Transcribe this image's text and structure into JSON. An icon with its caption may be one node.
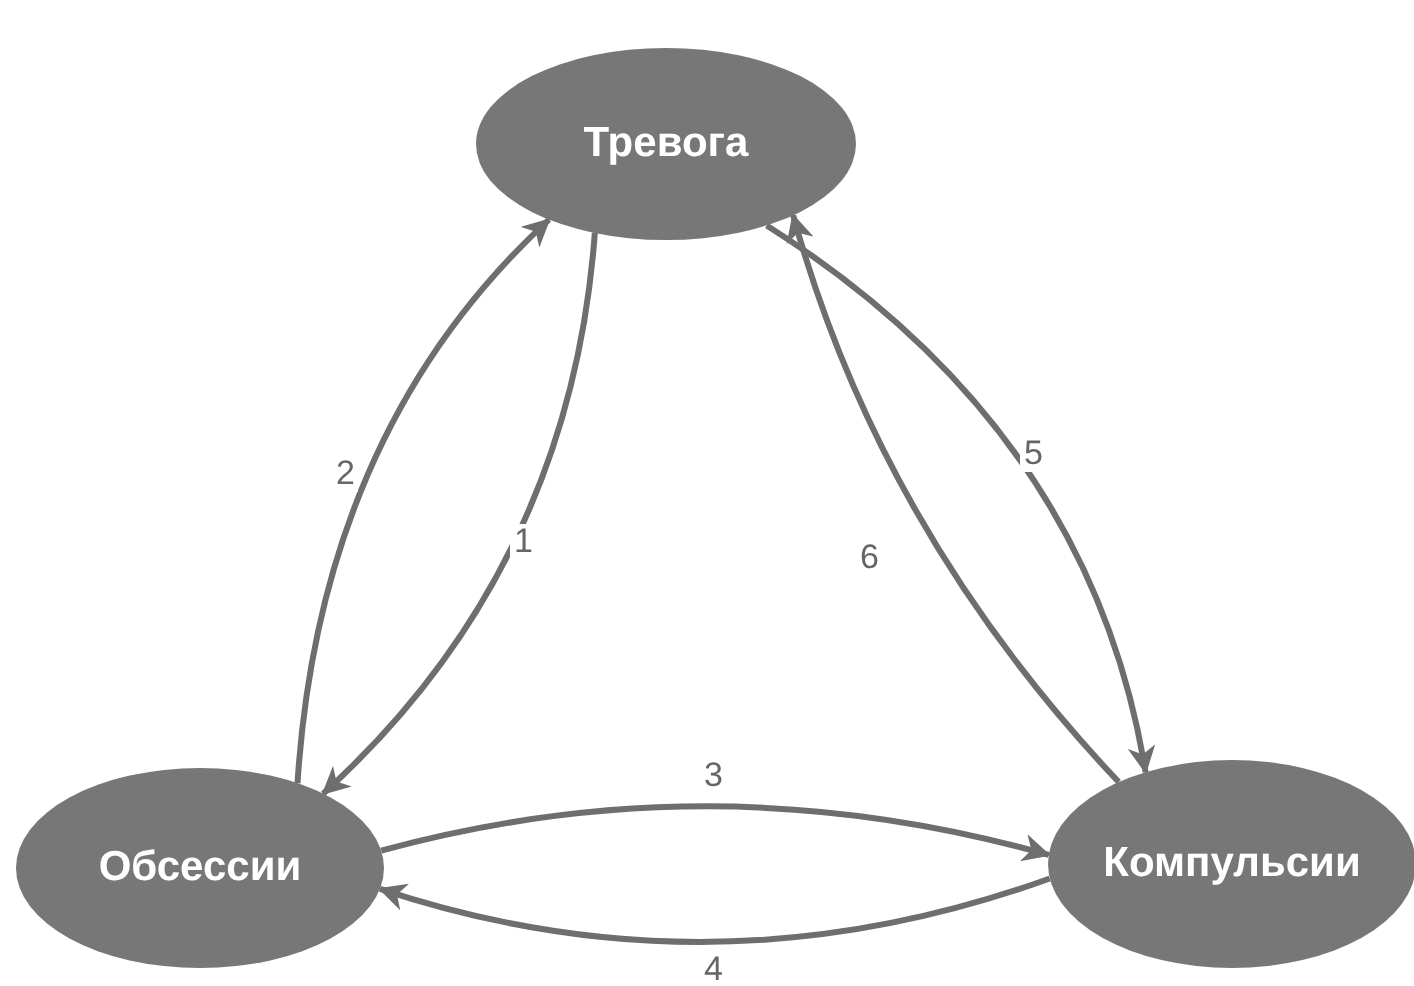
{
  "diagram": {
    "nodes": [
      {
        "text": [
          "Тревога"
        ]
      },
      {
        "text": [
          "Обсессии"
        ]
      },
      {
        "text": [
          "Компульсии"
        ]
      }
    ],
    "edges": [
      {
        "from": 0,
        "to": 1,
        "arrow": "to",
        "label": "1"
      },
      {
        "from": 1,
        "to": 0,
        "arrow": "to",
        "label": "2"
      },
      {
        "from": 1,
        "to": 2,
        "arrow": "to",
        "label": "3"
      },
      {
        "from": 2,
        "to": 1,
        "arrow": "to",
        "label": "4"
      },
      {
        "from": 0,
        "to": 2,
        "arrow": "to",
        "label": "5"
      },
      {
        "from": 2,
        "to": 0,
        "arrow": "to",
        "label": "6"
      }
    ]
  }
}
